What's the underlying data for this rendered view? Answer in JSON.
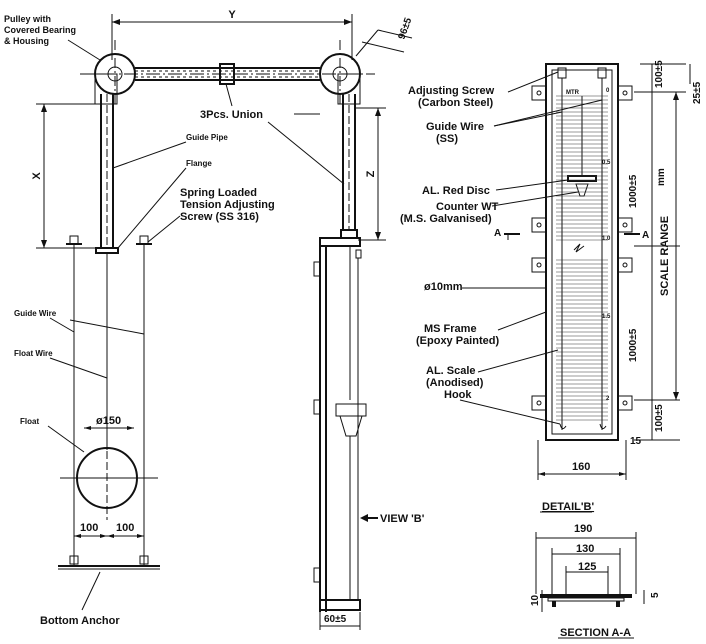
{
  "labels": {
    "pulley": [
      "Pulley with",
      "Covered Bearing",
      "& Housing"
    ],
    "union": "3Pcs. Union",
    "guide_pipe": "Guide Pipe",
    "flange": "Flange",
    "spring": [
      "Spring Loaded",
      "Tension Adjusting",
      "Screw (SS 316)"
    ],
    "guide_wire_left": "Guide Wire",
    "float_wire": "Float Wire",
    "float": "Float",
    "bottom_anchor": "Bottom Anchor",
    "view_b": "VIEW 'B'",
    "adjusting_screw": [
      "Adjusting Screw",
      "(Carbon Steel)"
    ],
    "guide_wire_right": [
      "Guide Wire",
      "(SS)"
    ],
    "red_disc": "AL. Red Disc",
    "counter_wt": [
      "Counter WT",
      "(M.S. Galvanised)"
    ],
    "rod": "ø10mm",
    "ms_frame": [
      "MS Frame",
      "(Epoxy Painted)"
    ],
    "al_scale": [
      "AL. Scale",
      "(Anodised)"
    ],
    "hook": "Hook",
    "detail_b": "DETAIL'B'",
    "section_aa": "SECTION A-A",
    "scale_range": "SCALE RANGE",
    "mm": "mm",
    "mtr": "MTR",
    "section_mark_left": "A",
    "section_mark_right": "A"
  },
  "dimensions": {
    "y": "Y",
    "x": "X",
    "z": "Z",
    "d96": "96±5",
    "d150": "ø150",
    "d100a": "100",
    "d100b": "100",
    "d60": "60±5",
    "d100top": "100±5",
    "d25": "25±5",
    "d1000a": "1000±5",
    "d1000b": "1000±5",
    "d100bot": "100±5",
    "d15": "15",
    "d160": "160",
    "d190": "190",
    "d130": "130",
    "d125": "125",
    "d10": "10",
    "d5": "5"
  },
  "scale_marks": [
    "0",
    "0.5",
    "1.0",
    "1.5",
    "2"
  ]
}
